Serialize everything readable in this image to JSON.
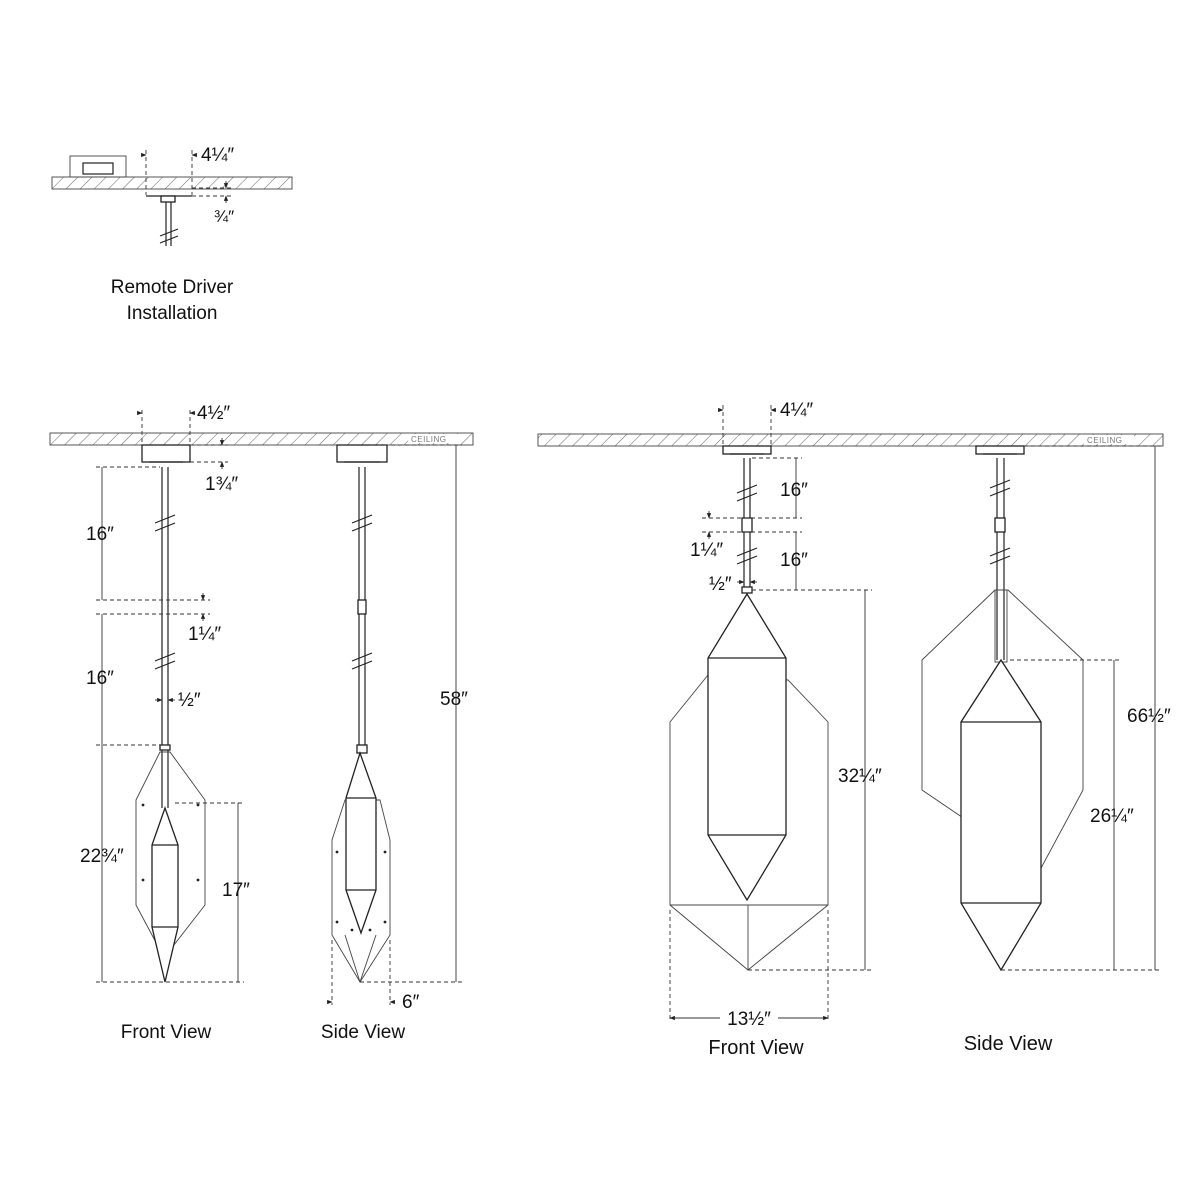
{
  "remote_driver": {
    "label_line1": "Remote Driver",
    "label_line2": "Installation",
    "dim_width": "4¼″",
    "dim_depth": "¾″"
  },
  "small_fixture": {
    "ceiling_label": "CEILING",
    "canopy_width": "4½″",
    "canopy_height": "1¾″",
    "stem_upper": "16″",
    "stem_connector": "1¼″",
    "stem_lower": "16″",
    "stem_diameter": "½″",
    "body_height": "22¾″",
    "inner_height": "17″",
    "overall_height": "58″",
    "depth": "6″",
    "front_label": "Front View",
    "side_label": "Side View"
  },
  "large_fixture": {
    "ceiling_label": "CEILING",
    "canopy_width": "4¼″",
    "stem_upper": "16″",
    "stem_connector": "1¼″",
    "stem_lower": "16″",
    "stem_diameter": "½″",
    "body_height": "32¼″",
    "inner_height": "26¼″",
    "overall_height": "66½″",
    "width": "13½″",
    "front_label": "Front View",
    "side_label": "Side View"
  },
  "colors": {
    "line": "#222222",
    "background": "#ffffff"
  }
}
